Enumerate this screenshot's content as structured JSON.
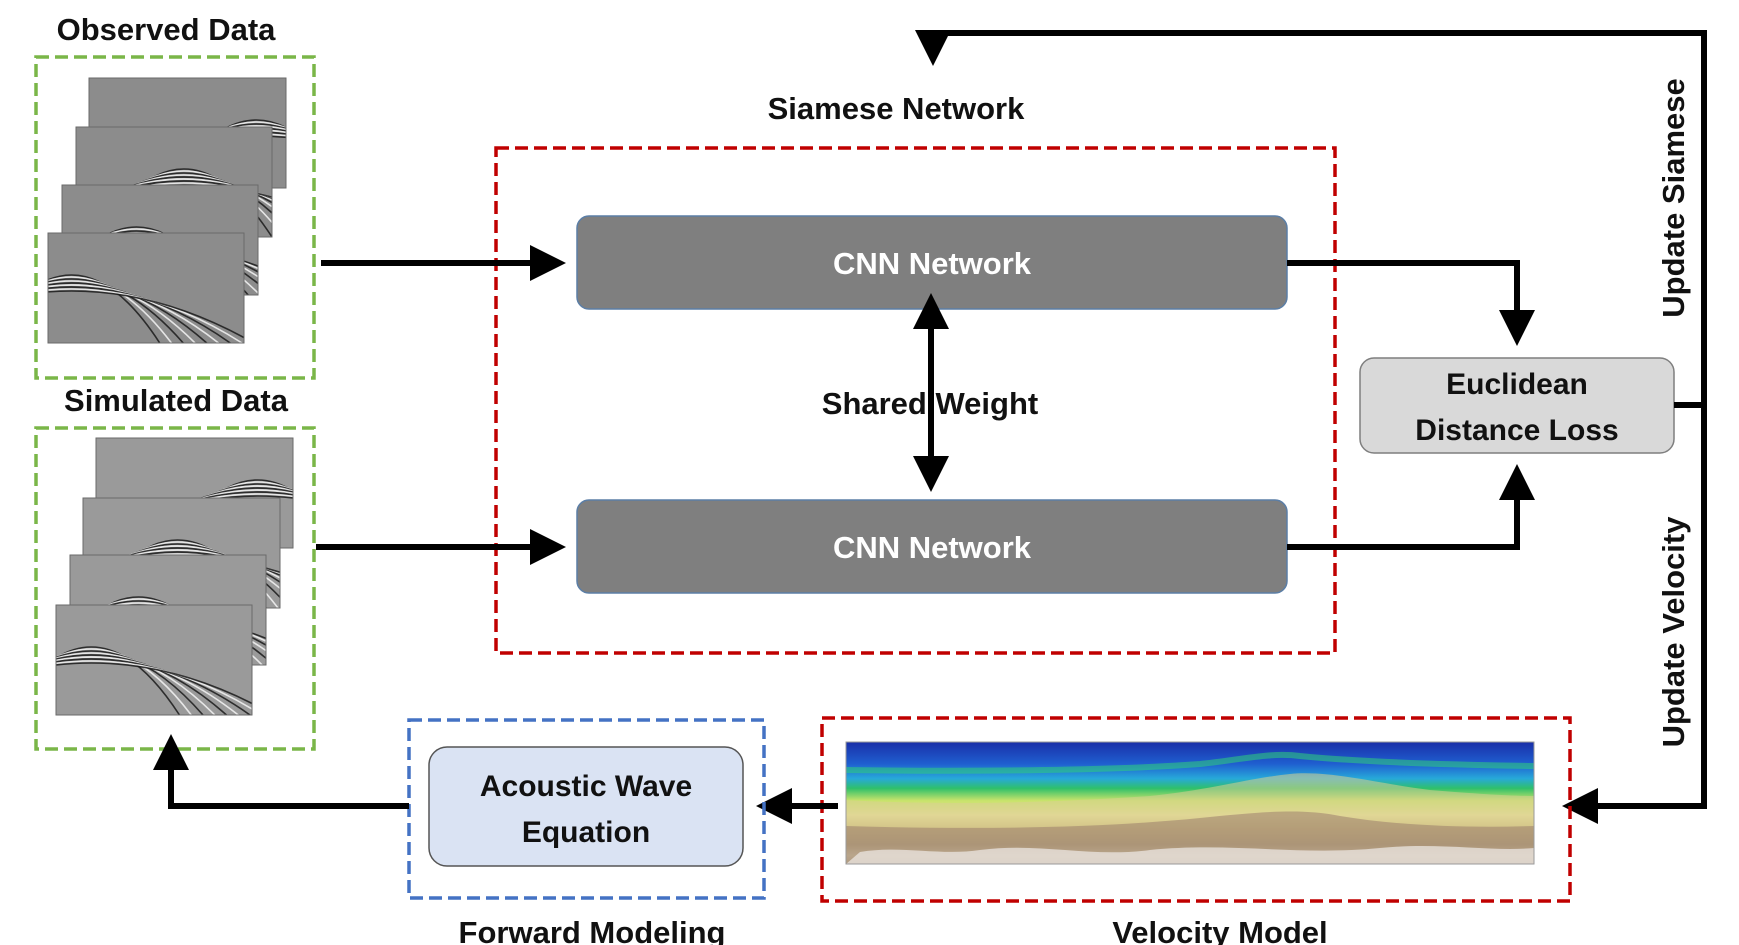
{
  "labels": {
    "observed_data": "Observed Data",
    "simulated_data": "Simulated Data",
    "siamese_network": "Siamese Network",
    "shared_weight": "Shared Weight",
    "update_siamese": "Update Siamese",
    "update_velocity": "Update Velocity",
    "forward_modeling": "Forward Modeling",
    "velocity_model": "Velocity Model"
  },
  "blocks": {
    "cnn_top": "CNN Network",
    "cnn_bottom": "CNN Network",
    "loss_line1": "Euclidean",
    "loss_line2": "Distance Loss",
    "wave_line1": "Acoustic Wave",
    "wave_line2": "Equation"
  },
  "colors": {
    "green_dashed": "#7ab648",
    "red_dashed": "#c00000",
    "blue_dashed": "#4472c4",
    "cnn_fill": "#7f7f7f",
    "loss_fill": "#d9d9d9",
    "wave_fill": "#dae3f3",
    "arrow": "#000000"
  }
}
